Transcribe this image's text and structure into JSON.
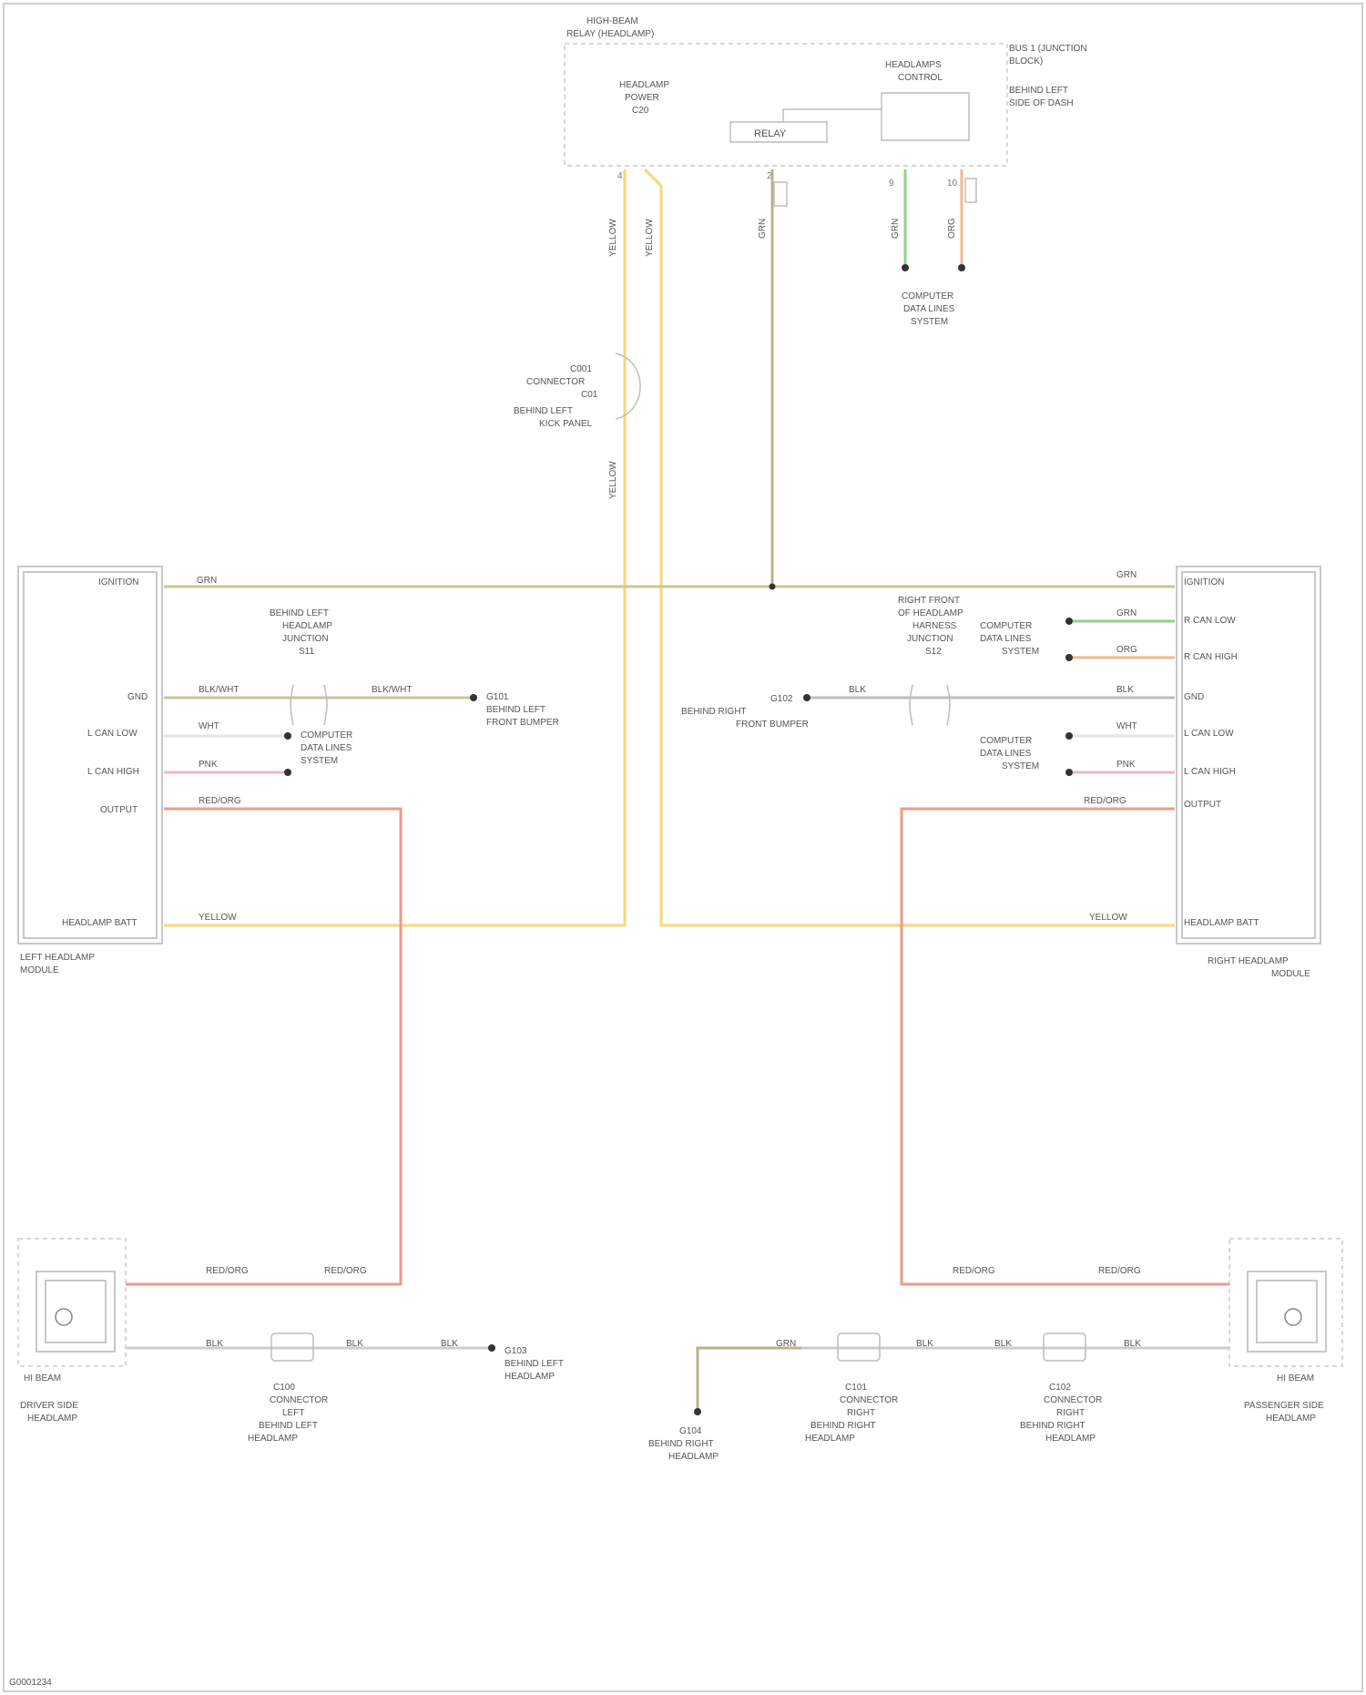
{
  "colors": {
    "yellow": "#f7d77a",
    "grn_tan": "#b8b58a",
    "green": "#8fd18f",
    "orange": "#f2b98a",
    "red": "#ee9a8a",
    "pink": "#f3b6c0",
    "frame": "#cfcfcf"
  },
  "top_module": {
    "title_l1": "HIGH-BEAM",
    "title_l2": "RELAY (HEADLAMP)",
    "side_l1": "BUS 1 (JUNCTION",
    "side_l2": "BLOCK)",
    "side_l3": "BEHIND LEFT",
    "side_l4": "SIDE OF DASH",
    "left_l1": "HEADLAMP",
    "left_l2": "POWER",
    "left_l3": "C20",
    "relay_label": "RELAY",
    "right_l1": "HEADLAMPS",
    "right_l2": "CONTROL",
    "pin_a": "4",
    "pin_b": "2",
    "pin_c": "9",
    "pin_d": "10"
  },
  "wires": {
    "yellow_1": "YELLOW",
    "yellow_2": "YELLOW",
    "yellow_3": "YELLOW",
    "grn_tan": "GRN",
    "green_1": "GRN",
    "orange_1": "ORG",
    "splice_l1": "C001",
    "splice_l2": "CONNECTOR",
    "splice_l3": "C01",
    "splice_l4": "BEHIND LEFT",
    "splice_l5": "KICK PANEL",
    "comp_l1": "COMPUTER",
    "comp_l2": "DATA LINES",
    "comp_l3": "SYSTEM"
  },
  "left_module": {
    "title_l1": "LEFT HEADLAMP",
    "title_l2": "MODULE",
    "pins": [
      "IGNITION",
      "GND",
      "L CAN LOW",
      "L CAN HIGH",
      "OUTPUT",
      "HEADLAMP BATT"
    ],
    "wire_ign": "GRN",
    "wire_gnd": "BLK/WHT",
    "wire_gnd2": "BLK/WHT",
    "wire_can_low": "WHT",
    "wire_can_high": "PNK",
    "wire_out": "RED/ORG",
    "wire_batt": "YELLOW",
    "splice_l1": "BEHIND LEFT",
    "splice_l2": "HEADLAMP",
    "splice_l3": "JUNCTION",
    "splice_l4": "S11",
    "gnd_l1": "G101",
    "gnd_l2": "BEHIND LEFT",
    "gnd_l3": "FRONT BUMPER",
    "comp_l1": "COMPUTER",
    "comp_l2": "DATA LINES",
    "comp_l3": "SYSTEM"
  },
  "right_module": {
    "title_l1": "RIGHT HEADLAMP",
    "title_l2": "MODULE",
    "pins": [
      "IGNITION",
      "R CAN LOW",
      "R CAN HIGH",
      "GND",
      "L CAN LOW",
      "L CAN HIGH",
      "OUTPUT",
      "HEADLAMP BATT"
    ],
    "wire_ign": "GRN",
    "wire_green": "GRN",
    "wire_orange": "ORG",
    "wire_gnd": "BLK",
    "wire_gnd2": "BLK",
    "wire_can_low": "WHT",
    "wire_can_high": "PNK",
    "wire_out": "RED/ORG",
    "wire_batt": "YELLOW",
    "splice_l1": "RIGHT FRONT",
    "splice_l2": "OF HEADLAMP",
    "splice_l3": "HARNESS",
    "splice_l4": "JUNCTION",
    "splice_l5": "S12",
    "gnd_l1": "G102",
    "gnd_l2": "BEHIND RIGHT",
    "gnd_l3": "FRONT BUMPER",
    "comp_a1": "COMPUTER",
    "comp_a2": "DATA LINES",
    "comp_a3": "SYSTEM",
    "comp_b1": "COMPUTER",
    "comp_b2": "DATA LINES",
    "comp_b3": "SYSTEM"
  },
  "left_lamp": {
    "title_l1": "DRIVER SIDE",
    "title_l2": "HEADLAMP",
    "label": "HI BEAM",
    "wire_top": "RED/ORG",
    "wire_top2": "RED/ORG",
    "wire_bot": "BLK",
    "wire_bot2": "BLK",
    "wire_bot3": "BLK",
    "conn_l1": "C100",
    "conn_l2": "CONNECTOR",
    "conn_l3": "LEFT",
    "conn_l4": "BEHIND LEFT",
    "conn_l5": "HEADLAMP",
    "gnd_l1": "G103",
    "gnd_l2": "BEHIND LEFT",
    "gnd_l3": "HEADLAMP"
  },
  "right_lamp": {
    "title_l1": "PASSENGER SIDE",
    "title_l2": "HEADLAMP",
    "label": "HI BEAM",
    "wire_top": "RED/ORG",
    "wire_top2": "RED/ORG",
    "wire_bot": "BLK",
    "wire_bot2": "BLK",
    "wire_bot3": "BLK",
    "wire_bot4": "GRN",
    "conn1_l1": "C101",
    "conn1_l2": "CONNECTOR",
    "conn1_l3": "RIGHT",
    "conn1_l4": "BEHIND RIGHT",
    "conn1_l5": "HEADLAMP",
    "conn2_l1": "C102",
    "conn2_l2": "CONNECTOR",
    "conn2_l3": "RIGHT",
    "conn2_l4": "BEHIND RIGHT",
    "conn2_l5": "HEADLAMP",
    "gnd_l1": "G104",
    "gnd_l2": "BEHIND RIGHT",
    "gnd_l3": "HEADLAMP"
  },
  "footer": {
    "code": "G0001234"
  }
}
